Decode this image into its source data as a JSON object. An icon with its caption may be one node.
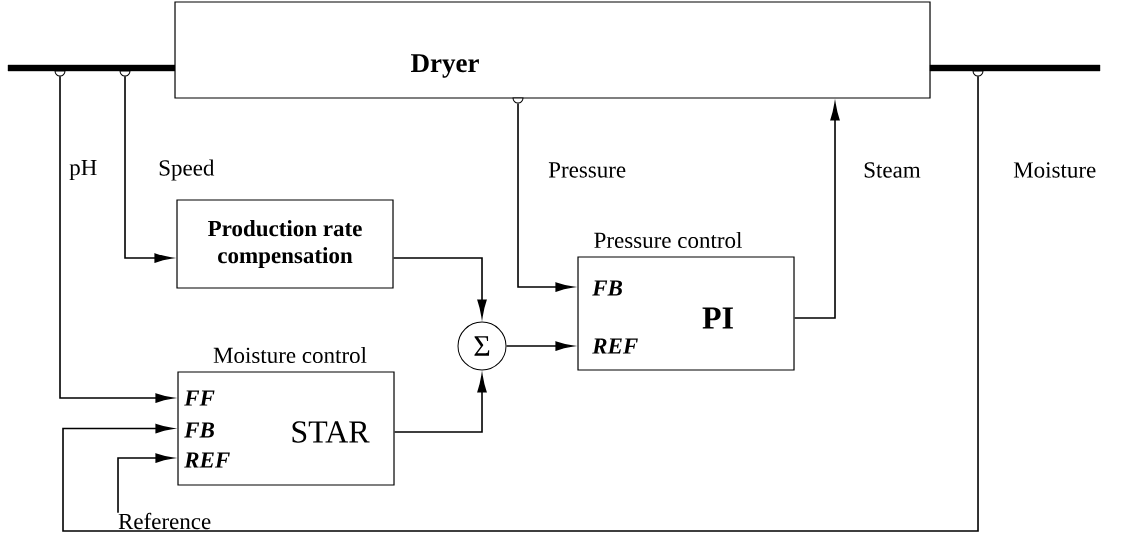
{
  "diagram": {
    "nodes": [
      {
        "text": [],
        "shape": "bar"
      },
      {
        "text": [
          "Dryer"
        ]
      },
      {
        "text": [],
        "shape": "bar"
      },
      {
        "text": [
          "Production rate compensation"
        ]
      },
      {
        "text": [
          "Pressure control",
          "FB",
          "REF",
          "PI"
        ]
      },
      {
        "text": [
          "Σ"
        ]
      },
      {
        "text": [
          "Moisture control",
          "FF",
          "FB",
          "REF",
          "STAR"
        ]
      },
      {
        "text": [
          "Reference"
        ]
      }
    ],
    "edges": [
      {
        "from": 0,
        "to": 6,
        "arrow": "to",
        "label": "pH"
      },
      {
        "from": 0,
        "to": 3,
        "arrow": "to",
        "label": "Speed"
      },
      {
        "from": 1,
        "to": 4,
        "arrow": "to",
        "label": "Pressure"
      },
      {
        "from": 4,
        "to": 1,
        "arrow": "to",
        "label": "Steam"
      },
      {
        "from": 2,
        "to": 6,
        "arrow": "to",
        "label": "Moisture"
      },
      {
        "from": 3,
        "to": 5,
        "arrow": "to"
      },
      {
        "from": 6,
        "to": 5,
        "arrow": "to"
      },
      {
        "from": 5,
        "to": 4,
        "arrow": "to"
      },
      {
        "from": 7,
        "to": 6,
        "arrow": "to"
      }
    ]
  }
}
